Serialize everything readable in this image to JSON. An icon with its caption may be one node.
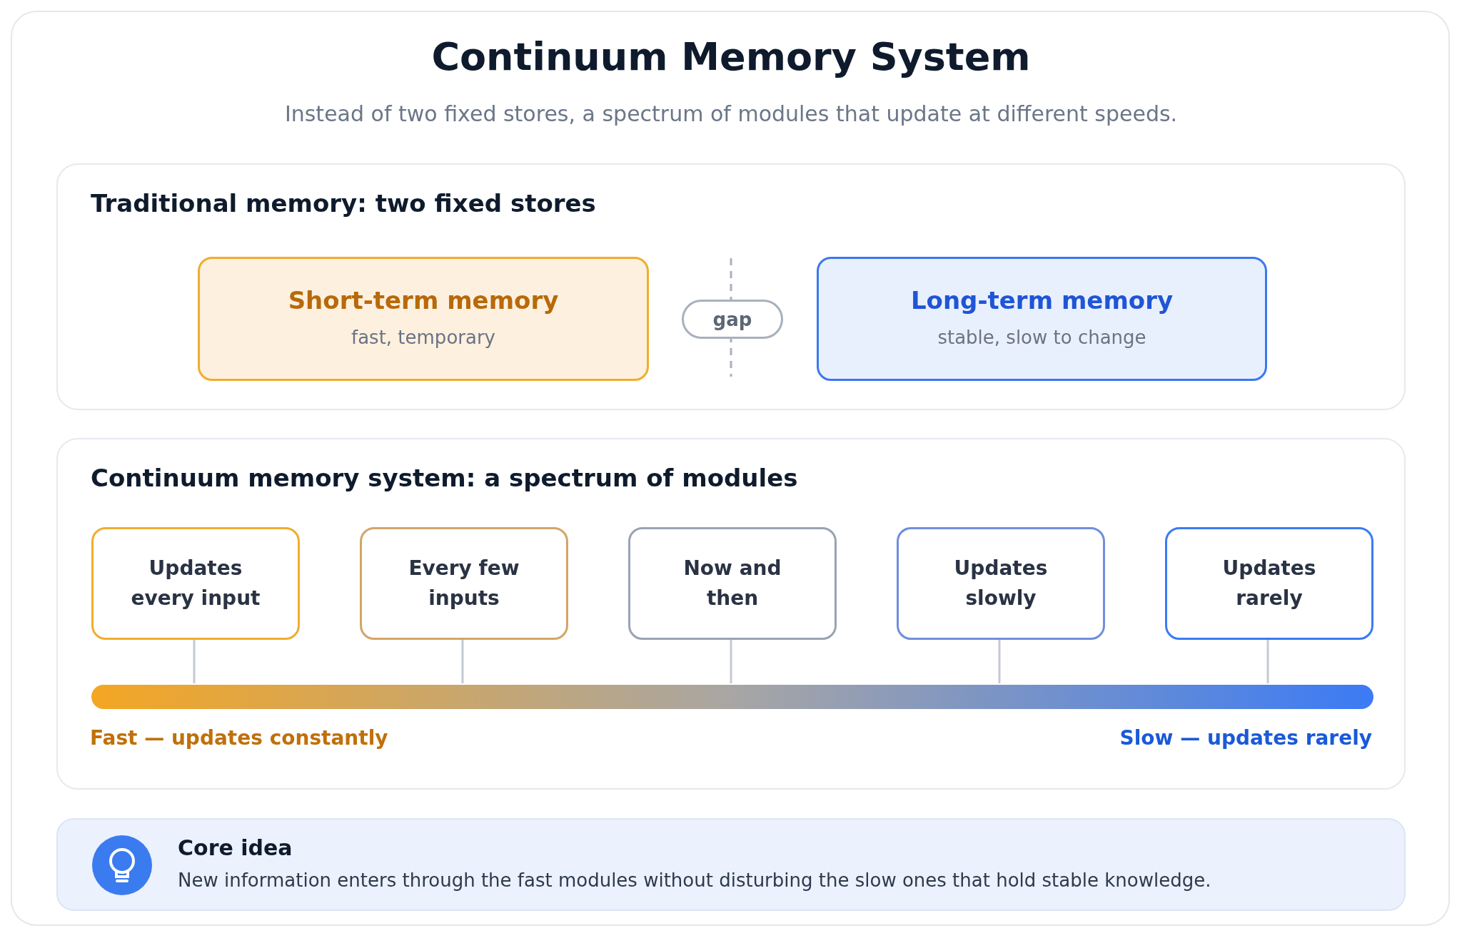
{
  "diagram": {
    "title": "Continuum Memory System",
    "caption": "Instead of two fixed stores, a spectrum of modules that update at different speeds.",
    "nodes": [
      {
        "text": [
          "Traditional memory: two fixed stores"
        ]
      },
      {
        "text": [
          "Short-term memory",
          "fast, temporary"
        ],
        "in": 0
      },
      {
        "text": [
          "gap"
        ],
        "in": 0
      },
      {
        "text": [
          "Long-term memory",
          "stable, slow to change"
        ],
        "in": 0
      },
      {
        "text": [
          "Continuum memory system: a spectrum of modules"
        ]
      },
      {
        "text": [
          "Updates every input"
        ],
        "in": 4
      },
      {
        "text": [
          "Every few inputs"
        ],
        "in": 4
      },
      {
        "text": [
          "Now and then"
        ],
        "in": 4
      },
      {
        "text": [
          "Updates slowly"
        ],
        "in": 4
      },
      {
        "text": [
          "Updates rarely"
        ],
        "in": 4
      },
      {
        "text": [],
        "shape": "bar",
        "in": 4
      },
      {
        "text": [
          "Core idea",
          "New information enters through the fast modules without disturbing the slow ones that hold stable knowledge."
        ]
      }
    ],
    "edges": [
      {
        "from": 5,
        "to": 10,
        "arrow": "none"
      },
      {
        "from": 6,
        "to": 10,
        "arrow": "none"
      },
      {
        "from": 7,
        "to": 10,
        "arrow": "none"
      },
      {
        "from": 8,
        "to": 10,
        "arrow": "none"
      },
      {
        "from": 9,
        "to": 10,
        "arrow": "none"
      }
    ],
    "labels": [
      "Fast — updates constantly",
      "Slow — updates rarely"
    ]
  }
}
